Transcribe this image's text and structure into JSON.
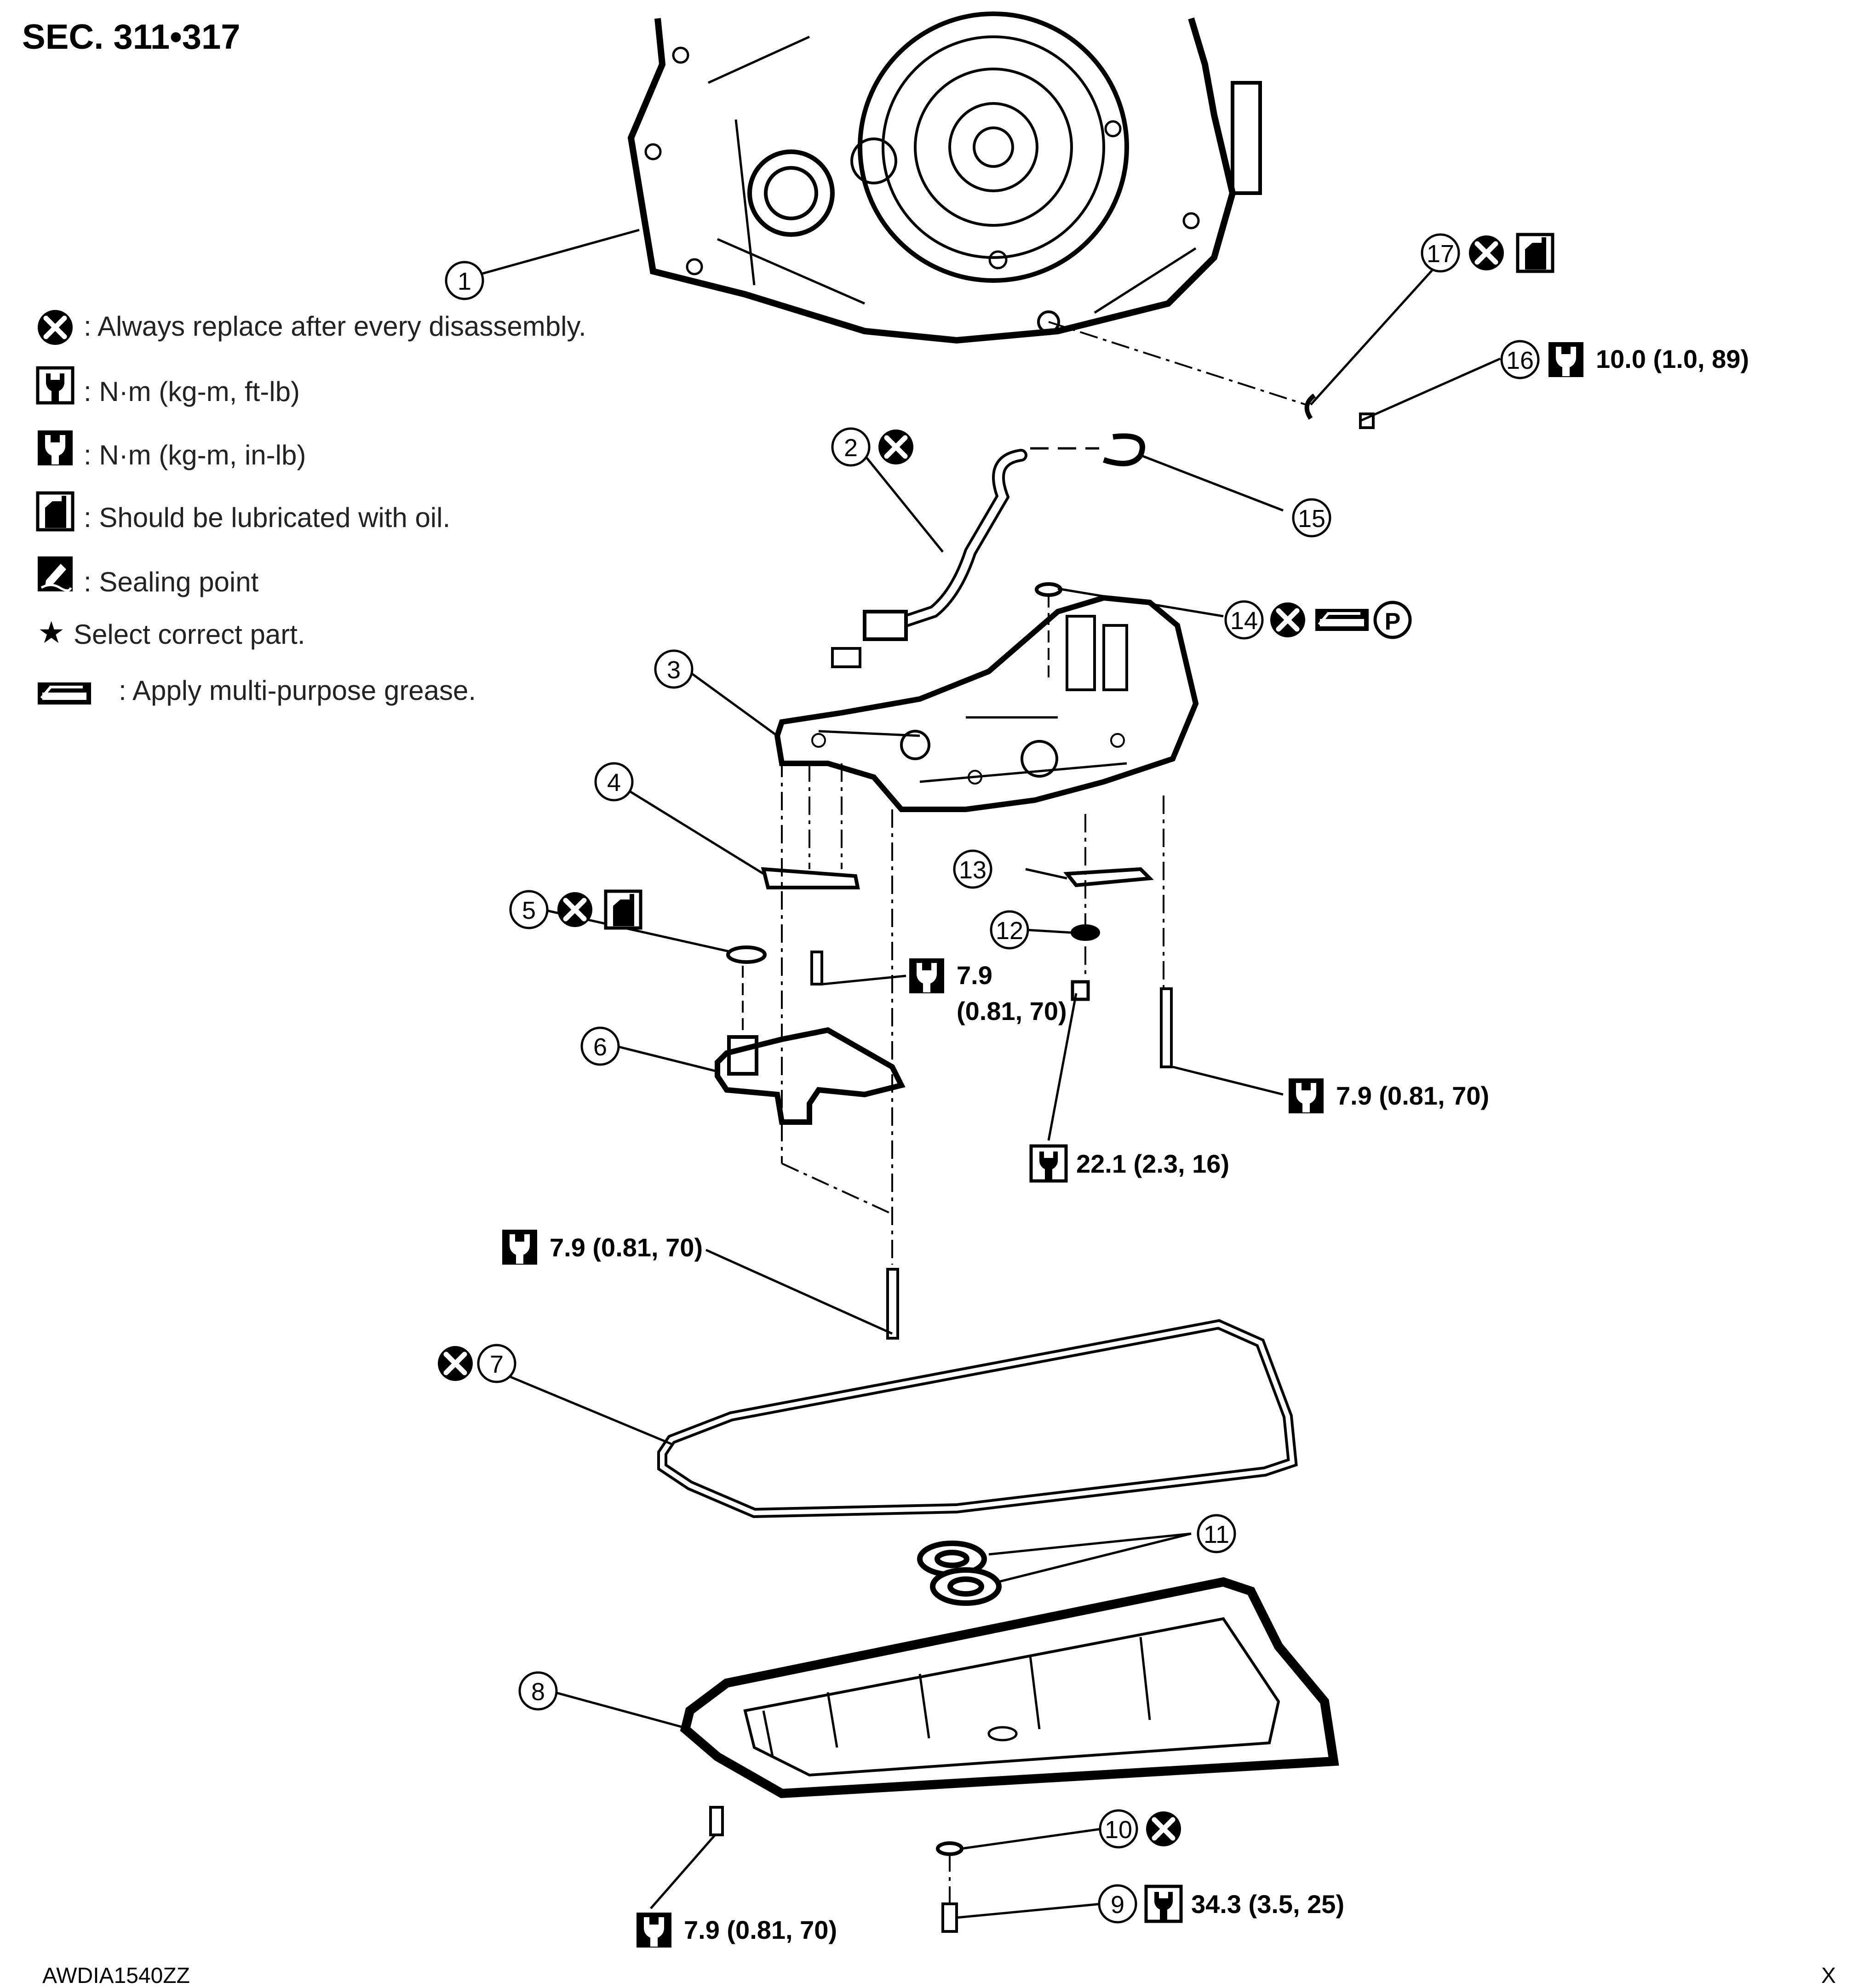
{
  "section_title": "SEC. 311•317",
  "legend": [
    {
      "icon": "always-replace-icon",
      "text": ": Always replace after every disassembly."
    },
    {
      "icon": "torque-ftlb-icon",
      "text": ": N·m (kg-m, ft-lb)"
    },
    {
      "icon": "torque-inlb-icon",
      "text": ": N·m (kg-m, in-lb)"
    },
    {
      "icon": "lubricate-oil-icon",
      "text": ": Should be lubricated with oil."
    },
    {
      "icon": "sealing-point-icon",
      "text": ": Sealing point"
    },
    {
      "icon": "star-icon",
      "text": "Select correct part."
    },
    {
      "icon": "grease-icon",
      "text": ": Apply multi-purpose grease."
    }
  ],
  "callouts": [
    "1",
    "2",
    "3",
    "4",
    "5",
    "6",
    "7",
    "8",
    "9",
    "10",
    "11",
    "12",
    "13",
    "14",
    "15",
    "16",
    "17"
  ],
  "torque_specs": {
    "t16": "10.0 (1.0, 89)",
    "t_bolt_vb_value": "7.9",
    "t_bolt_vb_sub": "(0.81, 70)",
    "t_bolt_right": "7.9 (0.81, 70)",
    "t_nut": "22.1 (2.3, 16)",
    "t_long_bolt": "7.9 (0.81, 70)",
    "t_pan_bolt": "7.9 (0.81, 70)",
    "t_drain_plug": "34.3 (3.5, 25)"
  },
  "figure_code": "AWDIA1540ZZ",
  "corner_mark": "X"
}
